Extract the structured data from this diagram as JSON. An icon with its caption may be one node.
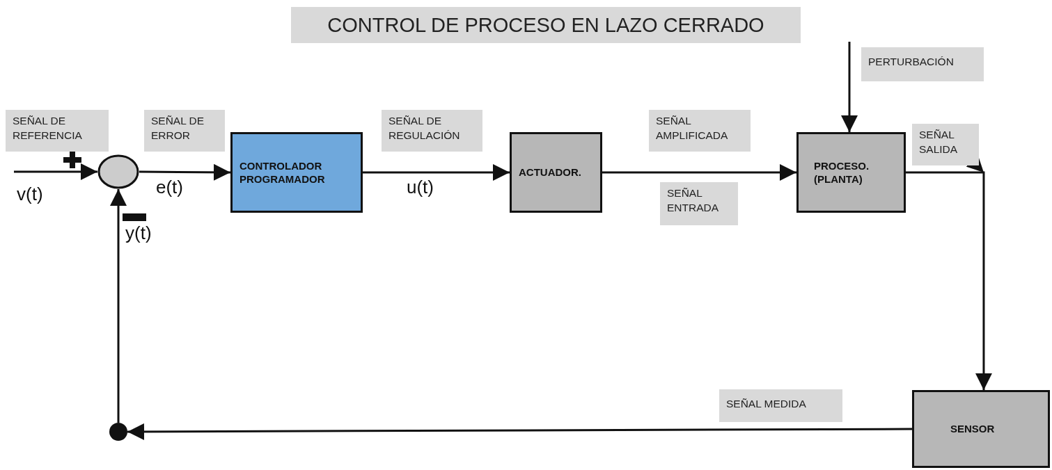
{
  "diagram": {
    "title": "CONTROL DE PROCESO EN LAZO CERRADO",
    "nodes": [
      {
        "text": [],
        "shape": "circle"
      },
      {
        "text": [
          "CONTROLADOR PROGRAMADOR"
        ]
      },
      {
        "text": [
          "ACTUADOR."
        ]
      },
      {
        "text": [
          "PROCESO. (PLANTA)"
        ]
      },
      {
        "text": [
          "SENSOR"
        ]
      },
      {
        "text": [],
        "shape": "dot"
      }
    ],
    "edges": [
      {
        "from": null,
        "to": 0,
        "arrow": "to",
        "label": "v(t)"
      },
      {
        "from": 0,
        "to": 1,
        "arrow": "to",
        "label": "e(t)"
      },
      {
        "from": 1,
        "to": 2,
        "arrow": "to",
        "label": "u(t)"
      },
      {
        "from": 2,
        "to": 3,
        "arrow": "to"
      },
      {
        "from": null,
        "to": 3,
        "arrow": "to"
      },
      {
        "from": 3,
        "to": 4,
        "arrow": "to"
      },
      {
        "from": 4,
        "to": 5,
        "arrow": "to"
      },
      {
        "from": 5,
        "to": 0,
        "arrow": "to",
        "label": "y(t)"
      }
    ],
    "labels": [
      "PERTURBACIÓN",
      "SEÑAL DE REFERENCIA",
      "SEÑAL DE ERROR",
      "SEÑAL DE REGULACIÓN",
      "SEÑAL AMPLIFICADA",
      "SEÑAL SALIDA",
      "SEÑAL ENTRADA",
      "SEÑAL MEDIDA"
    ]
  }
}
